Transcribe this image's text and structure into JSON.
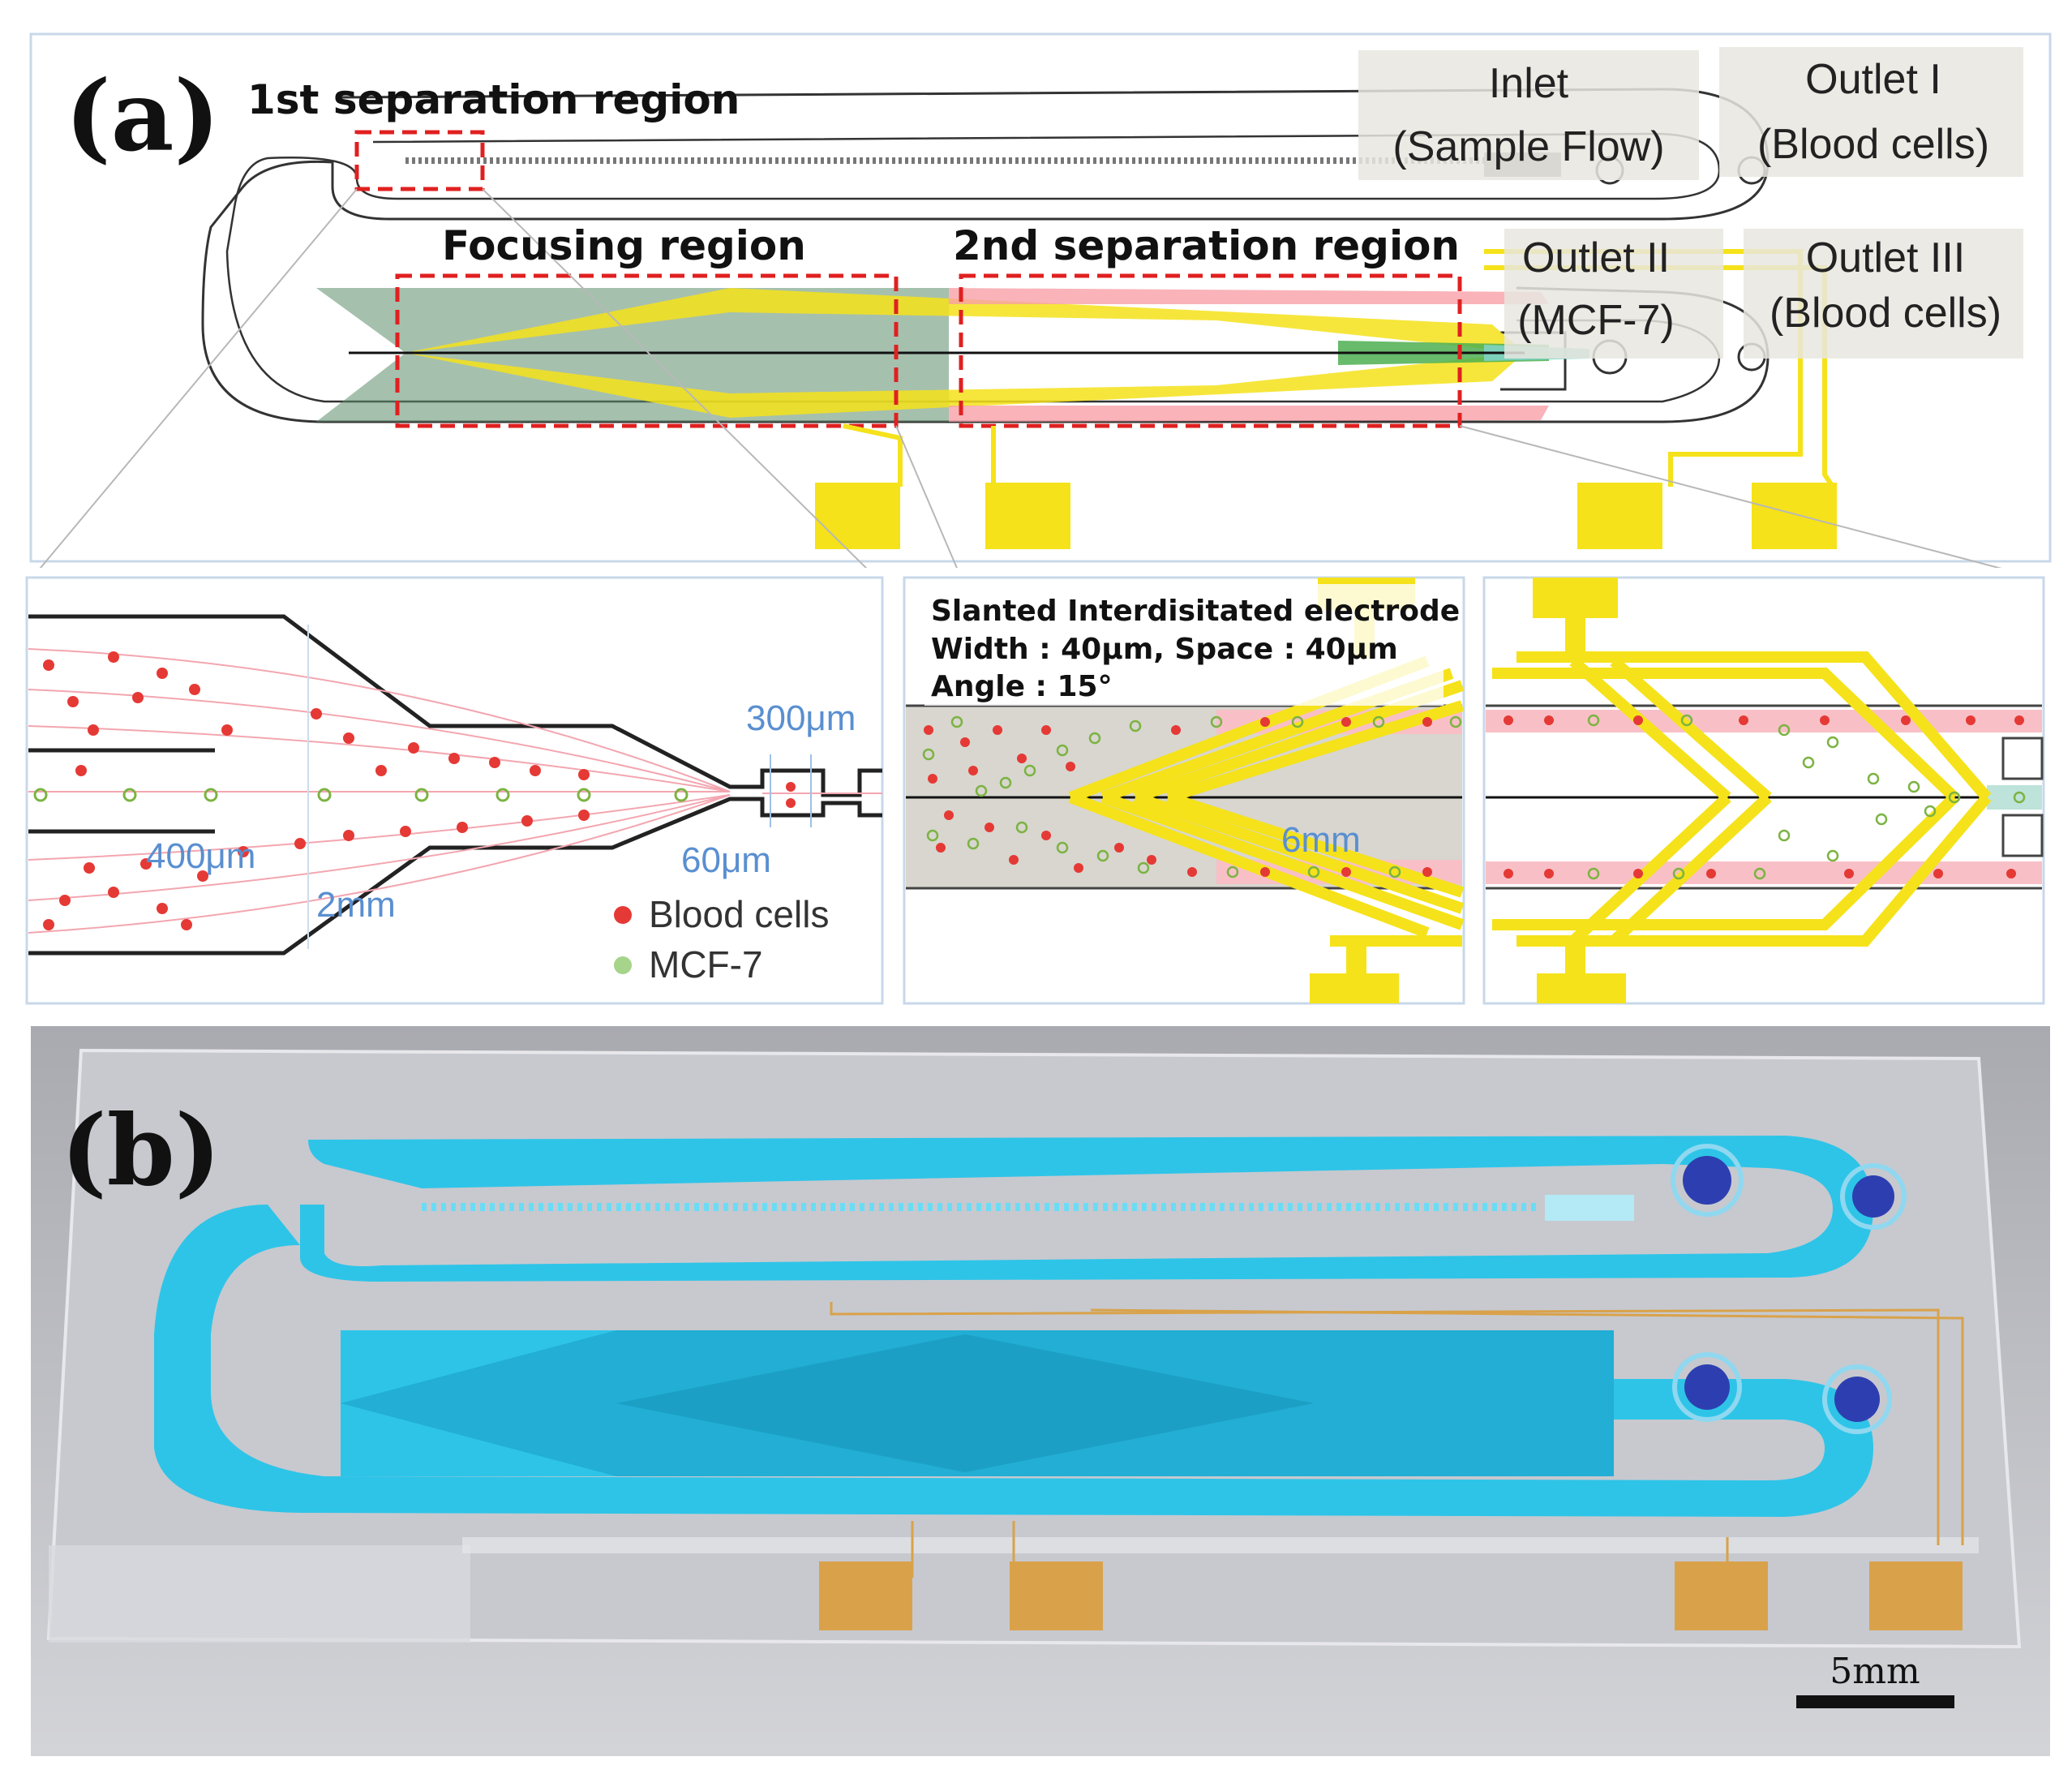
{
  "panel_a": {
    "label": "(a)",
    "regions": {
      "first_separation": "1st separation region",
      "focusing": "Focusing region",
      "second_separation": "2nd separation region"
    },
    "ports": {
      "inlet_title": "Inlet",
      "inlet_sub": "(Sample Flow)",
      "outlet1_title": "Outlet I",
      "outlet1_sub": "(Blood cells)",
      "outlet2_title": "Outlet II",
      "outlet2_sub": "(MCF-7)",
      "outlet3_title": "Outlet III",
      "outlet3_sub": "(Blood cells)"
    },
    "inset1": {
      "dim_300": "300μm",
      "dim_60": "60μm",
      "dim_400": "400μm",
      "dim_2mm": "2mm",
      "legend": [
        {
          "label": "Blood cells",
          "color": "#e53935"
        },
        {
          "label": "MCF-7",
          "color": "#7cb342"
        }
      ]
    },
    "inset2": {
      "title": "Slanted Interdisitated electrode",
      "width_spec": "Width : 40μm, Space : 40μm",
      "angle_spec": "Angle : 15°",
      "dim_6mm": "6mm"
    }
  },
  "panel_b": {
    "label": "(b)",
    "scale_bar": "5mm"
  },
  "colors": {
    "electrode": "#f5e21a",
    "red_box": "#e02020",
    "blood": "#e53935",
    "mcf7": "#7cb342",
    "channel_blue": "#2ec4e8",
    "gold_pad": "#d9a24a"
  }
}
